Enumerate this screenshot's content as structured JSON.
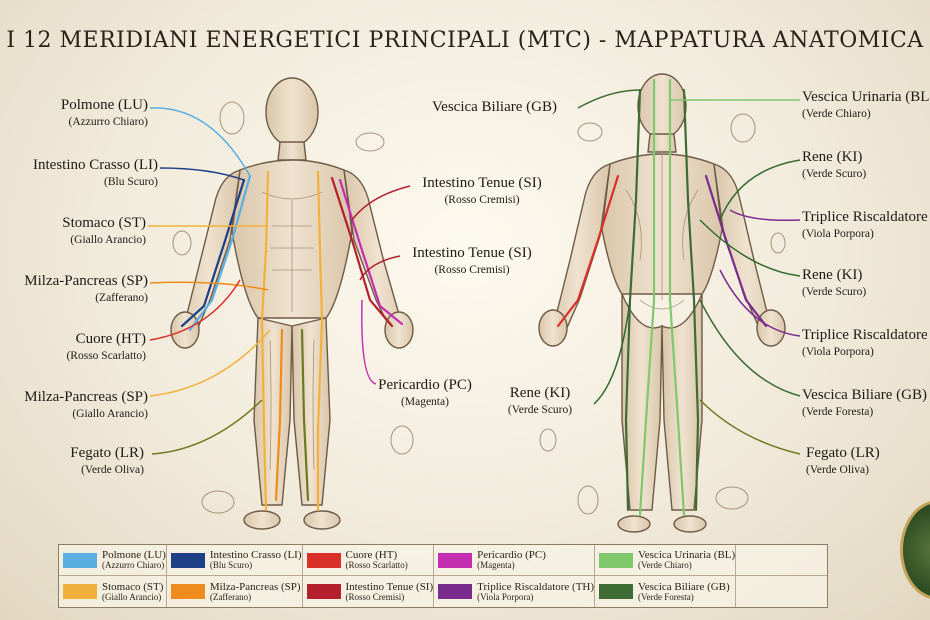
{
  "title": "I 12 MERIDIANI ENERGETICI PRINCIPALI (MTC) - MAPPATURA ANATOMICA",
  "labels_left": [
    {
      "name": "Polmone (LU)",
      "color_name": "(Azzurro Chiaro)"
    },
    {
      "name": "Intestino Crasso (LI)",
      "color_name": "(Blu Scuro)"
    },
    {
      "name": "Stomaco (ST)",
      "color_name": "(Giallo Arancio)"
    },
    {
      "name": "Milza-Pancreas (SP)",
      "color_name": "(Zafferano)"
    },
    {
      "name": "Cuore (HT)",
      "color_name": "(Rosso Scarlatto)"
    },
    {
      "name": "Milza-Pancreas (SP)",
      "color_name": "(Giallo Arancio)"
    },
    {
      "name": "Fegato (LR)",
      "color_name": "(Verde Oliva)"
    }
  ],
  "labels_center": [
    {
      "name": "Intestino Tenue (SI)",
      "color_name": "(Rosso Cremisi)"
    },
    {
      "name": "Intestino Tenue (SI)",
      "color_name": "(Rosso Cremisi)"
    },
    {
      "name": "Pericardio (PC)",
      "color_name": "(Magenta)"
    },
    {
      "name": "Vescica Biliare (GB)",
      "color_name": ""
    },
    {
      "name": "Rene (KI)",
      "color_name": "(Verde Scuro)"
    }
  ],
  "labels_right": [
    {
      "name": "Vescica Urinaria (BL)",
      "color_name": "(Verde Chiaro)"
    },
    {
      "name": "Rene (KI)",
      "color_name": "(Verde Scuro)"
    },
    {
      "name": "Triplice Riscaldatore (TH)",
      "color_name": "(Viola Porpora)"
    },
    {
      "name": "Rene (KI)",
      "color_name": "(Verde Scuro)"
    },
    {
      "name": "Triplice Riscaldatore (TH)",
      "color_name": "(Viola Porpora)"
    },
    {
      "name": "Vescica Biliare (GB)",
      "color_name": "(Verde Foresta)"
    },
    {
      "name": "Fegato (LR)",
      "color_name": "(Verde Oliva)"
    }
  ],
  "legend": [
    {
      "name": "Polmone (LU)",
      "color_name": "(Azzurro Chiaro)",
      "color": "#5aaee0"
    },
    {
      "name": "Intestino Crasso (LI)",
      "color_name": "(Blu Scuro)",
      "color": "#1d3f86"
    },
    {
      "name": "Cuore (HT)",
      "color_name": "(Rosso Scarlatto)",
      "color": "#d8312a"
    },
    {
      "name": "Pericardio (PC)",
      "color_name": "(Magenta)",
      "color": "#c42fb2"
    },
    {
      "name": "Vescica Urinaria (BL)",
      "color_name": "(Verde Chiaro)",
      "color": "#7fc86c"
    },
    {
      "name": "Stomaco (ST)",
      "color_name": "(Giallo Arancio)",
      "color": "#f2b13c"
    },
    {
      "name": "Milza-Pancreas (SP)",
      "color_name": "(Zafferano)",
      "color": "#ee8c1e"
    },
    {
      "name": "Intestino Tenue (SI)",
      "color_name": "(Rosso Cremisi)",
      "color": "#b4202e"
    },
    {
      "name": "Triplice Riscaldatore (TH)",
      "color_name": "(Viola Porpora)",
      "color": "#7a2c8e"
    },
    {
      "name": "Vescica Biliare (GB)",
      "color_name": "(Verde Foresta)",
      "color": "#3f6b35"
    }
  ],
  "colors": {
    "lu": "#5aaee0",
    "li": "#1d3f86",
    "st": "#f2b13c",
    "sp": "#ee8c1e",
    "ht": "#d8312a",
    "si": "#b4202e",
    "pc": "#c42fb2",
    "th": "#7a2c8e",
    "bl": "#7fc86c",
    "gb": "#3f6b35",
    "ki": "#2f6a2e",
    "lr": "#6b7a1e",
    "skin": "#e4d3bc",
    "outline": "#6e5a45"
  }
}
